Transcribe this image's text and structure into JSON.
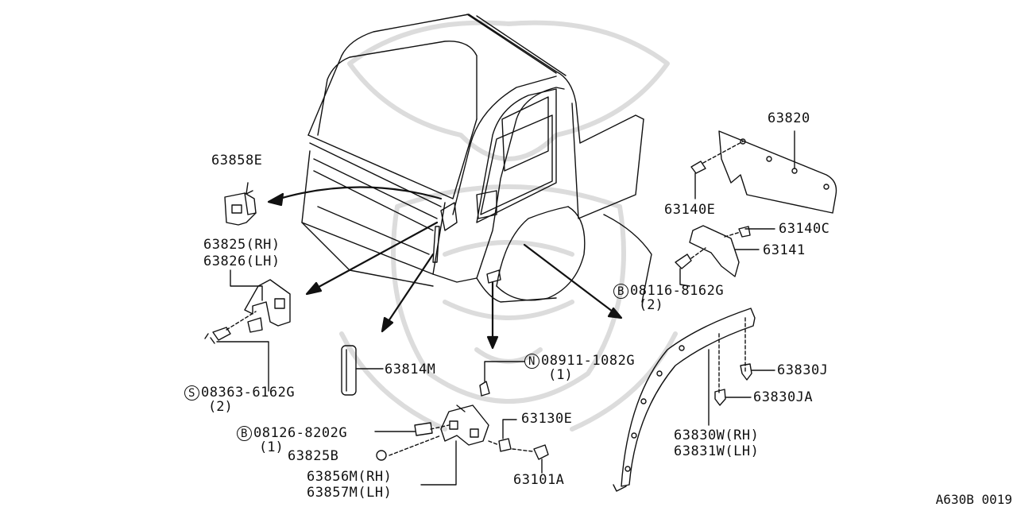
{
  "diagram": {
    "reference_code": "A630B 0019",
    "parts": [
      {
        "id": "p63858e",
        "number": "63858E"
      },
      {
        "id": "p63825",
        "number": "63825(RH)"
      },
      {
        "id": "p63826",
        "number": "63826(LH)"
      },
      {
        "id": "p08363",
        "prefix": "S",
        "number": "08363-6162G",
        "qty": "(2)"
      },
      {
        "id": "p63814m",
        "number": "63814M"
      },
      {
        "id": "p08911",
        "prefix": "N",
        "number": "08911-1082G",
        "qty": "(1)"
      },
      {
        "id": "p63130e",
        "number": "63130E"
      },
      {
        "id": "p08126",
        "prefix": "B",
        "number": "08126-8202G",
        "qty": "(1)"
      },
      {
        "id": "p63825b",
        "number": "63825B"
      },
      {
        "id": "p63856m",
        "number": "63856M(RH)"
      },
      {
        "id": "p63857m",
        "number": "63857M(LH)"
      },
      {
        "id": "p63101a",
        "number": "63101A"
      },
      {
        "id": "p63820",
        "number": "63820"
      },
      {
        "id": "p63140e",
        "number": "63140E"
      },
      {
        "id": "p63140c",
        "number": "63140C"
      },
      {
        "id": "p63141",
        "number": "63141"
      },
      {
        "id": "p08116",
        "prefix": "B",
        "number": "08116-8162G",
        "qty": "(2)"
      },
      {
        "id": "p63830j",
        "number": "63830J"
      },
      {
        "id": "p63830ja",
        "number": "63830JA"
      },
      {
        "id": "p63830w",
        "number": "63830W(RH)"
      },
      {
        "id": "p63831w",
        "number": "63831W(LH)"
      }
    ]
  }
}
